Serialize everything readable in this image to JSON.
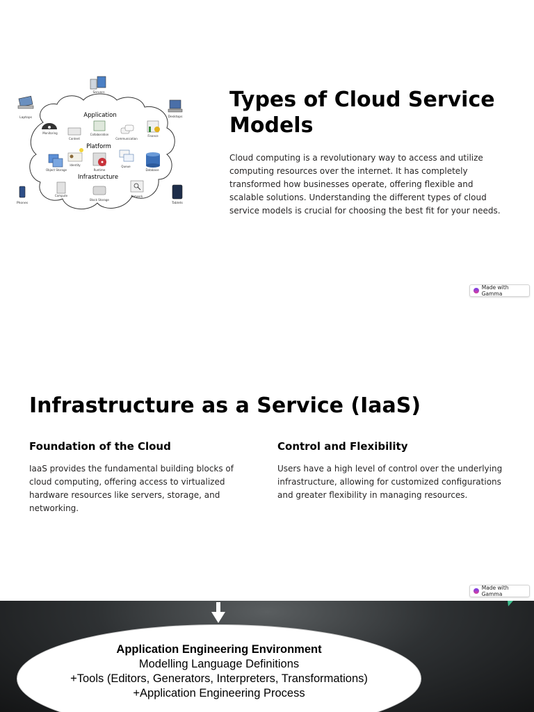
{
  "slide1": {
    "title": "Types of Cloud Service Models",
    "body": "Cloud computing is a revolutionary way to access and utilize computing resources over the internet. It has completely transformed how businesses operate, offering flexible and scalable solutions. Understanding the different types of cloud service models is crucial for choosing the best fit for your needs.",
    "diagram": {
      "layers": [
        "Application",
        "Platform",
        "Infrastructure"
      ],
      "labels": {
        "servers": "Servers",
        "laptops": "Laptops",
        "desktops": "Desktops",
        "phones": "Phones",
        "tablets": "Tablets",
        "monitoring": "Monitoring",
        "content": "Content",
        "collaboration": "Collaboration",
        "communication": "Communication",
        "finance": "Finance",
        "object_storage": "Object Storage",
        "identity": "Identity",
        "runtime": "Runtime",
        "queue": "Queue",
        "database": "Database",
        "compute": "Compute",
        "block_storage": "Block Storage",
        "network": "Network"
      }
    },
    "badge_label": "Made with Gamma"
  },
  "slide2": {
    "title": "Infrastructure as a Service (IaaS)",
    "columns": [
      {
        "heading": "Foundation of the Cloud",
        "body": "IaaS provides the fundamental building blocks of cloud computing, offering access to virtualized hardware resources like servers, storage, and networking."
      },
      {
        "heading": "Control and Flexibility",
        "body": "Users have a high level of control over the underlying infrastructure, allowing for customized configurations and greater flexibility in managing resources."
      }
    ],
    "badge_label": "Made with Gamma"
  },
  "slide3": {
    "lines": [
      "Application Engineering Environment",
      "Modelling Language Definitions",
      "+Tools (Editors, Generators, Interpreters, Transformations)",
      "+Application Engineering Process"
    ]
  },
  "colors": {
    "text_primary": "#000000",
    "text_body": "#272525",
    "slide3_background": "#2e3133",
    "gamma_accent": "#7b3fe4"
  }
}
